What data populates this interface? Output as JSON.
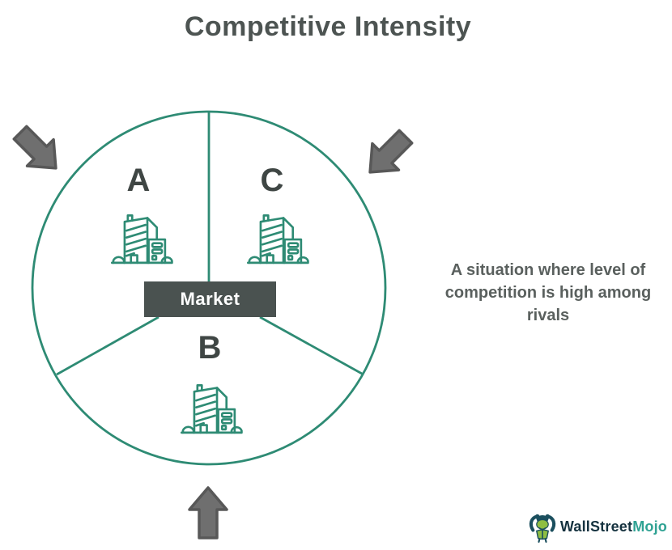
{
  "title": "Competitive Intensity",
  "diagram": {
    "market_label": "Market",
    "competitors": [
      {
        "label": "A"
      },
      {
        "label": "C"
      },
      {
        "label": "B"
      }
    ],
    "icons": [
      "building-icon-competitor-a",
      "building-icon-competitor-c",
      "building-icon-competitor-b",
      "pressure-arrow-top-left",
      "pressure-arrow-top-right",
      "pressure-arrow-bottom"
    ],
    "colors": {
      "circle_teal": "#2E8B74",
      "market_box": "#4A5250",
      "arrow_fill": "#6F6F6F",
      "arrow_border": "#585858",
      "letter_gray": "#3F4644"
    }
  },
  "description": "A situation where level of competition is high among rivals",
  "logo": {
    "brand_primary": "WallStreet",
    "brand_secondary": "Mojo",
    "colors": {
      "primary": "#15323F",
      "secondary": "#2FA293"
    }
  }
}
